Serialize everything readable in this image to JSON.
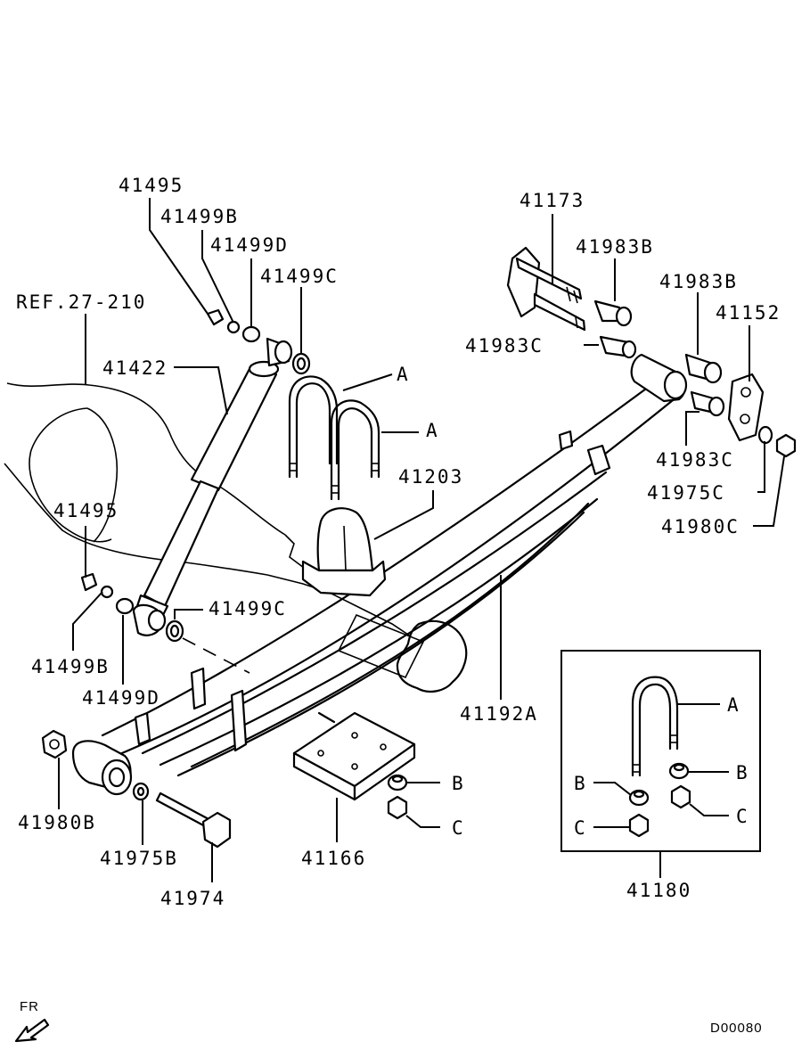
{
  "diagram_id": "D00080",
  "direction_label": "FR",
  "reference": "REF.27-210",
  "callouts": {
    "shock_upper_nut": "41495",
    "shock_upper_washer_b": "41499B",
    "shock_upper_washer_d": "41499D",
    "shock_upper_washer_c": "41499C",
    "shock_absorber": "41422",
    "shock_lower_nut": "41495",
    "shock_lower_washer_b": "41499B",
    "shock_lower_washer_d": "41499D",
    "shock_lower_washer_c": "41499C",
    "shackle_bolt": "41173",
    "shackle_bushing_upper": "41983B",
    "shackle_bushing_right": "41983B",
    "shackle_bushing_left": "41983C",
    "shackle_bushing_lower": "41983C",
    "shackle_plate": "41152",
    "shackle_washer": "41975C",
    "shackle_nut": "41980C",
    "ubolt_a1": "A",
    "ubolt_a2": "A",
    "bump_stopper": "41203",
    "leaf_spring": "41192A",
    "front_nut": "41980B",
    "front_washer": "41975B",
    "front_bolt": "41974",
    "spring_pad": "41166",
    "pad_nut_b": "B",
    "pad_nut_c": "C",
    "kit": "41180",
    "kit_a": "A",
    "kit_b_left": "B",
    "kit_b_right": "B",
    "kit_c_left": "C",
    "kit_c_right": "C"
  }
}
